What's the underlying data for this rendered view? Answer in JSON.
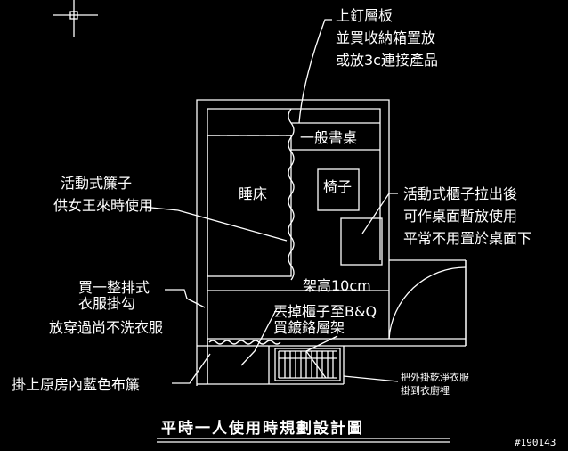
{
  "annotations": {
    "shelf_note": [
      "上釘層板",
      "並買收納箱置放",
      "或放3c連接產品"
    ],
    "desk": "一般書桌",
    "bed": "睡床",
    "chair": "椅子",
    "curtain_note": [
      "活動式簾子",
      "供女王來時使用"
    ],
    "cabinet_note": [
      "活動式櫃子拉出後",
      "可作桌面暫放使用",
      "平常不用置於桌面下"
    ],
    "rack_height": "架高10cm",
    "hook_note": [
      "買一整排式",
      "衣服掛勾",
      "放穿過尚不洗衣服"
    ],
    "remove_cabinet_note": [
      "丟掉櫃子至B&Q",
      "買鍍鉻層架"
    ],
    "curtain_cloth_note": "掛上原房內藍色布簾",
    "hanger_note": [
      "把外掛乾淨衣服",
      "掛到衣廚裡"
    ]
  },
  "title": "平時一人使用時規劃設計圖",
  "image_tag": "#190143"
}
